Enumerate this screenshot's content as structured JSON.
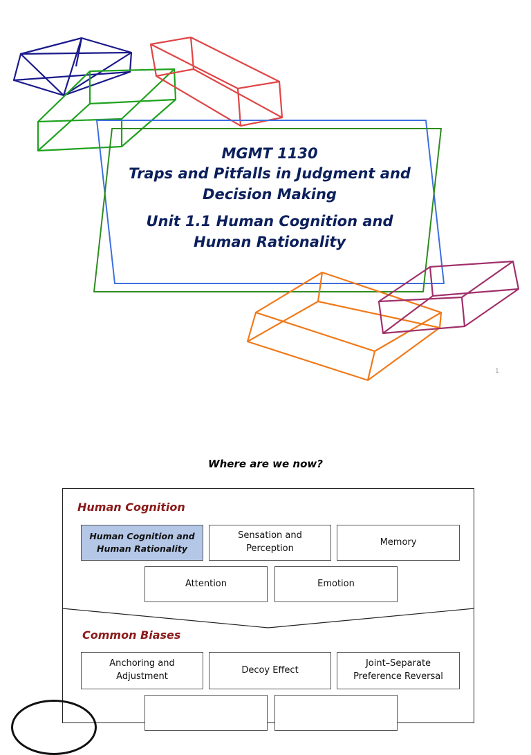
{
  "slide1": {
    "title_line1": "MGMT 1130",
    "title_line2": "Traps and Pitfalls in Judgment and",
    "title_line3": "Decision Making",
    "subtitle_line1": "Unit 1.1 Human Cognition and",
    "subtitle_line2": "Human Rationality",
    "page_number": "1",
    "colors": {
      "title": "#0b1f5c",
      "navy_box": "#1a1a8c",
      "green_box": "#1fa21f",
      "red_box": "#e04545",
      "blue_frame": "#3c6fe0",
      "green_frame": "#2e8b1f",
      "orange_box": "#f07a1a",
      "purple_box": "#a0306a"
    }
  },
  "slide2": {
    "heading": "Where are we now?",
    "human_cognition": {
      "label": "Human Cognition",
      "items": [
        {
          "line1": "Human Cognition and",
          "line2": "Human Rationality",
          "active": true
        },
        {
          "line1": "Sensation and",
          "line2": "Perception"
        },
        {
          "line1": "Memory",
          "line2": ""
        },
        {
          "line1": "Attention",
          "line2": ""
        },
        {
          "line1": "Emotion",
          "line2": ""
        }
      ]
    },
    "common_biases": {
      "label": "Common Biases",
      "items": [
        {
          "line1": "Anchoring and",
          "line2": "Adjustment"
        },
        {
          "line1": "Decoy Effect",
          "line2": ""
        },
        {
          "line1": "Joint–Separate",
          "line2": "Preference Reversal"
        }
      ]
    },
    "colors": {
      "section_label": "#8b1a1a",
      "active_fill": "#b4c7e7"
    }
  }
}
